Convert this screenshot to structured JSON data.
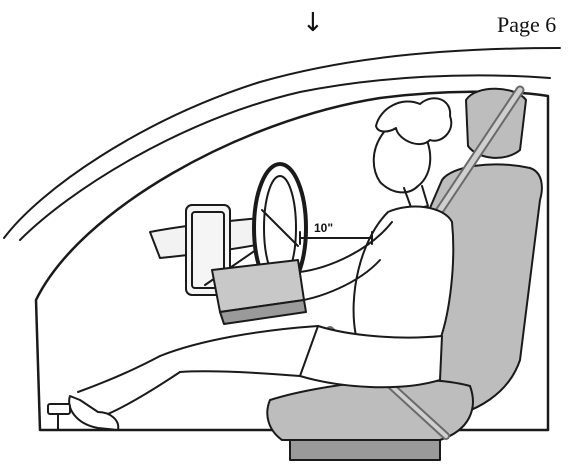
{
  "header": {
    "page_label": "Page 6",
    "arrow_glyph": "↓"
  },
  "illustration": {
    "measurement_label": "10\"",
    "icon": "driver-seated-airbag-distance",
    "colors": {
      "line": "#1a1a1a",
      "seat_fill": "#bdbdbd",
      "shadow_fill": "#9a9a9a"
    }
  }
}
